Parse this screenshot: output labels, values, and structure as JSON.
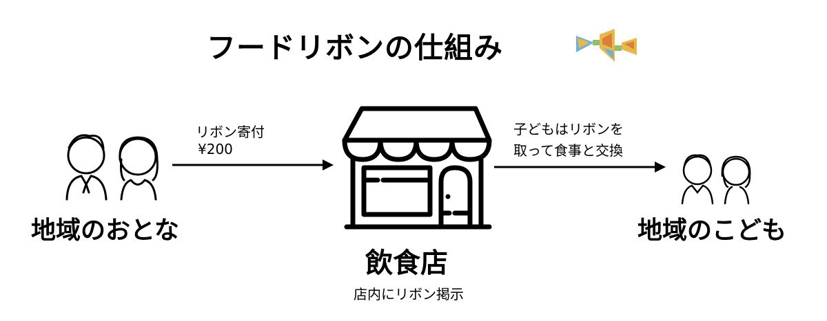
{
  "title": "フードリボンの仕組み",
  "adults_label": "地域のおとな",
  "donation": {
    "label": "リボン寄付",
    "amount": "¥200"
  },
  "restaurant": {
    "label": "飲食店",
    "caption": "店内にリボン掲示"
  },
  "exchange": {
    "line1": "子どもはリボンを",
    "line2": "取って食事と交換"
  },
  "children_label": "地域のこども",
  "colors": {
    "ribbon": [
      "#e8b84a",
      "#6fb0d8",
      "#d9803a",
      "#8cc06a"
    ]
  }
}
